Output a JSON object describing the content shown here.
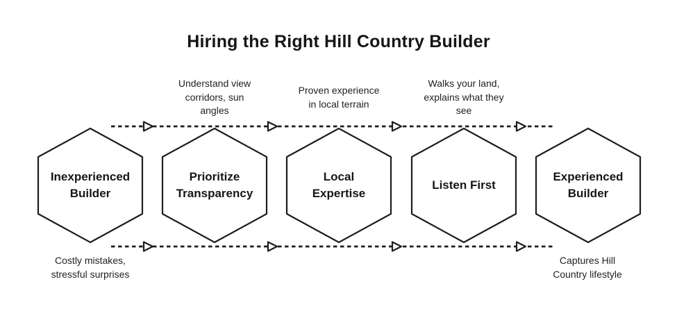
{
  "title": "Hiring the Right Hill Country Builder",
  "stages": [
    {
      "label": "Inexperienced\nBuilder"
    },
    {
      "label": "Prioritize\nTransparency"
    },
    {
      "label": "Local\nExpertise"
    },
    {
      "label": "Listen First"
    },
    {
      "label": "Experienced\nBuilder"
    }
  ],
  "top_annotations": [
    {
      "text": "Understand view\ncorridors, sun\nangles"
    },
    {
      "text": "Proven experience\nin local terrain"
    },
    {
      "text": "Walks your land,\nexplains what they\nsee"
    }
  ],
  "bottom_annotations": [
    {
      "text": "Costly mistakes,\nstressful surprises"
    },
    {
      "text": "Captures Hill\nCountry lifestyle"
    }
  ],
  "colors": {
    "background": "#ffffff",
    "line": "#1d1d1d",
    "text": "#222222"
  }
}
